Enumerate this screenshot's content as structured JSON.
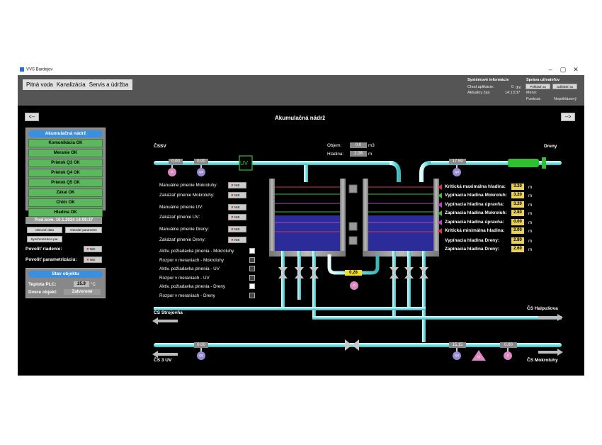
{
  "window": {
    "title": "VVS Bardejov",
    "minimize": "–",
    "maximize": "▢",
    "close": "✕"
  },
  "menu": {
    "items": [
      "Pitná voda",
      "Kanalizácia",
      "Servis a údržba"
    ]
  },
  "system": {
    "title": "Systémové informácie",
    "chod_label": "Chod aplikácie:",
    "chod_value": "0",
    "chod_unit": "dní",
    "cas_label": "Aktuálny čas:",
    "cas_value": "14:13:37"
  },
  "user": {
    "title": "Správa užívateľov",
    "login": "Prihlásiť sa",
    "logout": "Odhlásiť sa",
    "meno_label": "Meno:",
    "meno_value": "",
    "funkcia_label": "Funkcia:",
    "funkcia_value": "Neprihlásený"
  },
  "nav": {
    "prev": "<--",
    "next": "-->",
    "page_title": "Akumulačná nádrž"
  },
  "status_panel": {
    "title": "Akumulačná nádrž",
    "items": [
      "Komunikácia OK",
      "Meranie OK",
      "Prietok Q3 OK",
      "Prietok Q4 OK",
      "Prietok Q5 OK",
      "Zákal OK",
      "Chlór OK",
      "Hladina OK"
    ]
  },
  "posl_kom": "Posl.kom. 10.1.2024  14:09:37",
  "buttons": {
    "obnovit": "Obnoviť data",
    "odoslat": "Odoslať parametre",
    "sync": "Synchronizácia par."
  },
  "povolit_riadenie": {
    "label": "Povoliť riadenie:",
    "value": "NIE"
  },
  "povolit_param": {
    "label": "Povoliť parametrizáciu:",
    "value": "NIE"
  },
  "stav": {
    "title": "Stav objektu",
    "teplota_label": "Teplota PLC:",
    "teplota_value": "25.9",
    "teplota_unit": "°C",
    "dvere_label": "Dvere objekt:",
    "dvere_value": "Zatvorené"
  },
  "labels": {
    "cssv": "ČSSV",
    "dreny": "Dreny",
    "cs_strojovna": "ČS Strojovňa",
    "cs_halpusova": "ČS Halpušova",
    "cs3uv": "ČS 3 UV",
    "cs_mokroluhy": "ČS Mokroluhy",
    "uv": "UV"
  },
  "objem": {
    "label": "Objem:",
    "value": "0.0",
    "unit": "m3"
  },
  "hladina": {
    "label": "Hladina:",
    "value": "2.08",
    "unit": "m"
  },
  "sensors": {
    "z1": {
      "value": "0.00",
      "tag": "Z"
    },
    "q5": {
      "value": "0.00",
      "tag": "Q5"
    },
    "q3": {
      "value": "17.59",
      "tag": "Q3"
    },
    "cl": {
      "value": "0.28",
      "tag": "Cl"
    },
    "q6": {
      "value": "0.00",
      "tag": "Q6"
    },
    "q4": {
      "value": "15.15",
      "tag": "Q4"
    },
    "cl2": {
      "tag": "Cl"
    },
    "z2": {
      "value": "0.00",
      "tag": "Z"
    }
  },
  "manual": [
    {
      "label": "Manuálne plnenie Mokroluhy:",
      "value": "NIE"
    },
    {
      "label": "Zakázať plnenie Mokroluhy:",
      "value": "NIE"
    },
    {
      "label": "Manuálne plnenie UV:",
      "value": "NIE"
    },
    {
      "label": "Zakázať plnenie UV:",
      "value": "NIE"
    },
    {
      "label": "Manuálne plnenie Dreny:",
      "value": "NIE"
    },
    {
      "label": "Zakázať plnenie Dreny:",
      "value": "NIE"
    }
  ],
  "requests": [
    {
      "label": "Aktiv. požiadavka plnenia - Mokroluhy",
      "checked": true
    },
    {
      "label": "Rozpor v meraniach - Mokroluhy",
      "checked": false
    },
    {
      "label": "Aktiv. požiadavka plnenia - UV",
      "checked": false
    },
    {
      "label": "Rozpor v meraniach - UV",
      "checked": false
    },
    {
      "label": "Aktiv. požiadavka plnenia - Dreny",
      "checked": true
    },
    {
      "label": "Rozpor v meraniach - Dreny",
      "checked": false
    }
  ],
  "levels": [
    {
      "label": "Kritická maximálna hladina:",
      "value": "3.20",
      "unit": "m",
      "marker": "#d9314f"
    },
    {
      "label": "Vypínacia hladina Mokroluh:",
      "value": "3.20",
      "unit": "m",
      "marker": "#3cbf3c"
    },
    {
      "label": "Vypínacia hladina úpravňa:",
      "value": "3.20",
      "unit": "m",
      "marker": "#b445c8"
    },
    {
      "label": "Zapínacia hladina Mokroluh:",
      "value": "2.80",
      "unit": "m",
      "marker": "#3cbf3c"
    },
    {
      "label": "Zapínacia hladina úpravňa:",
      "value": "0.00",
      "unit": "m",
      "marker": "#b445c8"
    },
    {
      "label": "Kritická minimálna hladina:",
      "value": "2.00",
      "unit": "m",
      "marker": "#d9314f"
    },
    {
      "label": "Vypínacia hladina Dreny:",
      "value": "2.80",
      "unit": "m",
      "marker": ""
    },
    {
      "label": "Zapínacia hladina Dreny:",
      "value": "2.60",
      "unit": "m",
      "marker": ""
    }
  ],
  "colors": {
    "pipe": "#a8f0f2",
    "water": "#2b2b9a",
    "tank_wall": "#9a9a9a",
    "ok_green": "#5cb85c",
    "header_blue": "#3b8fe0",
    "valve_green": "#2fc02f"
  }
}
